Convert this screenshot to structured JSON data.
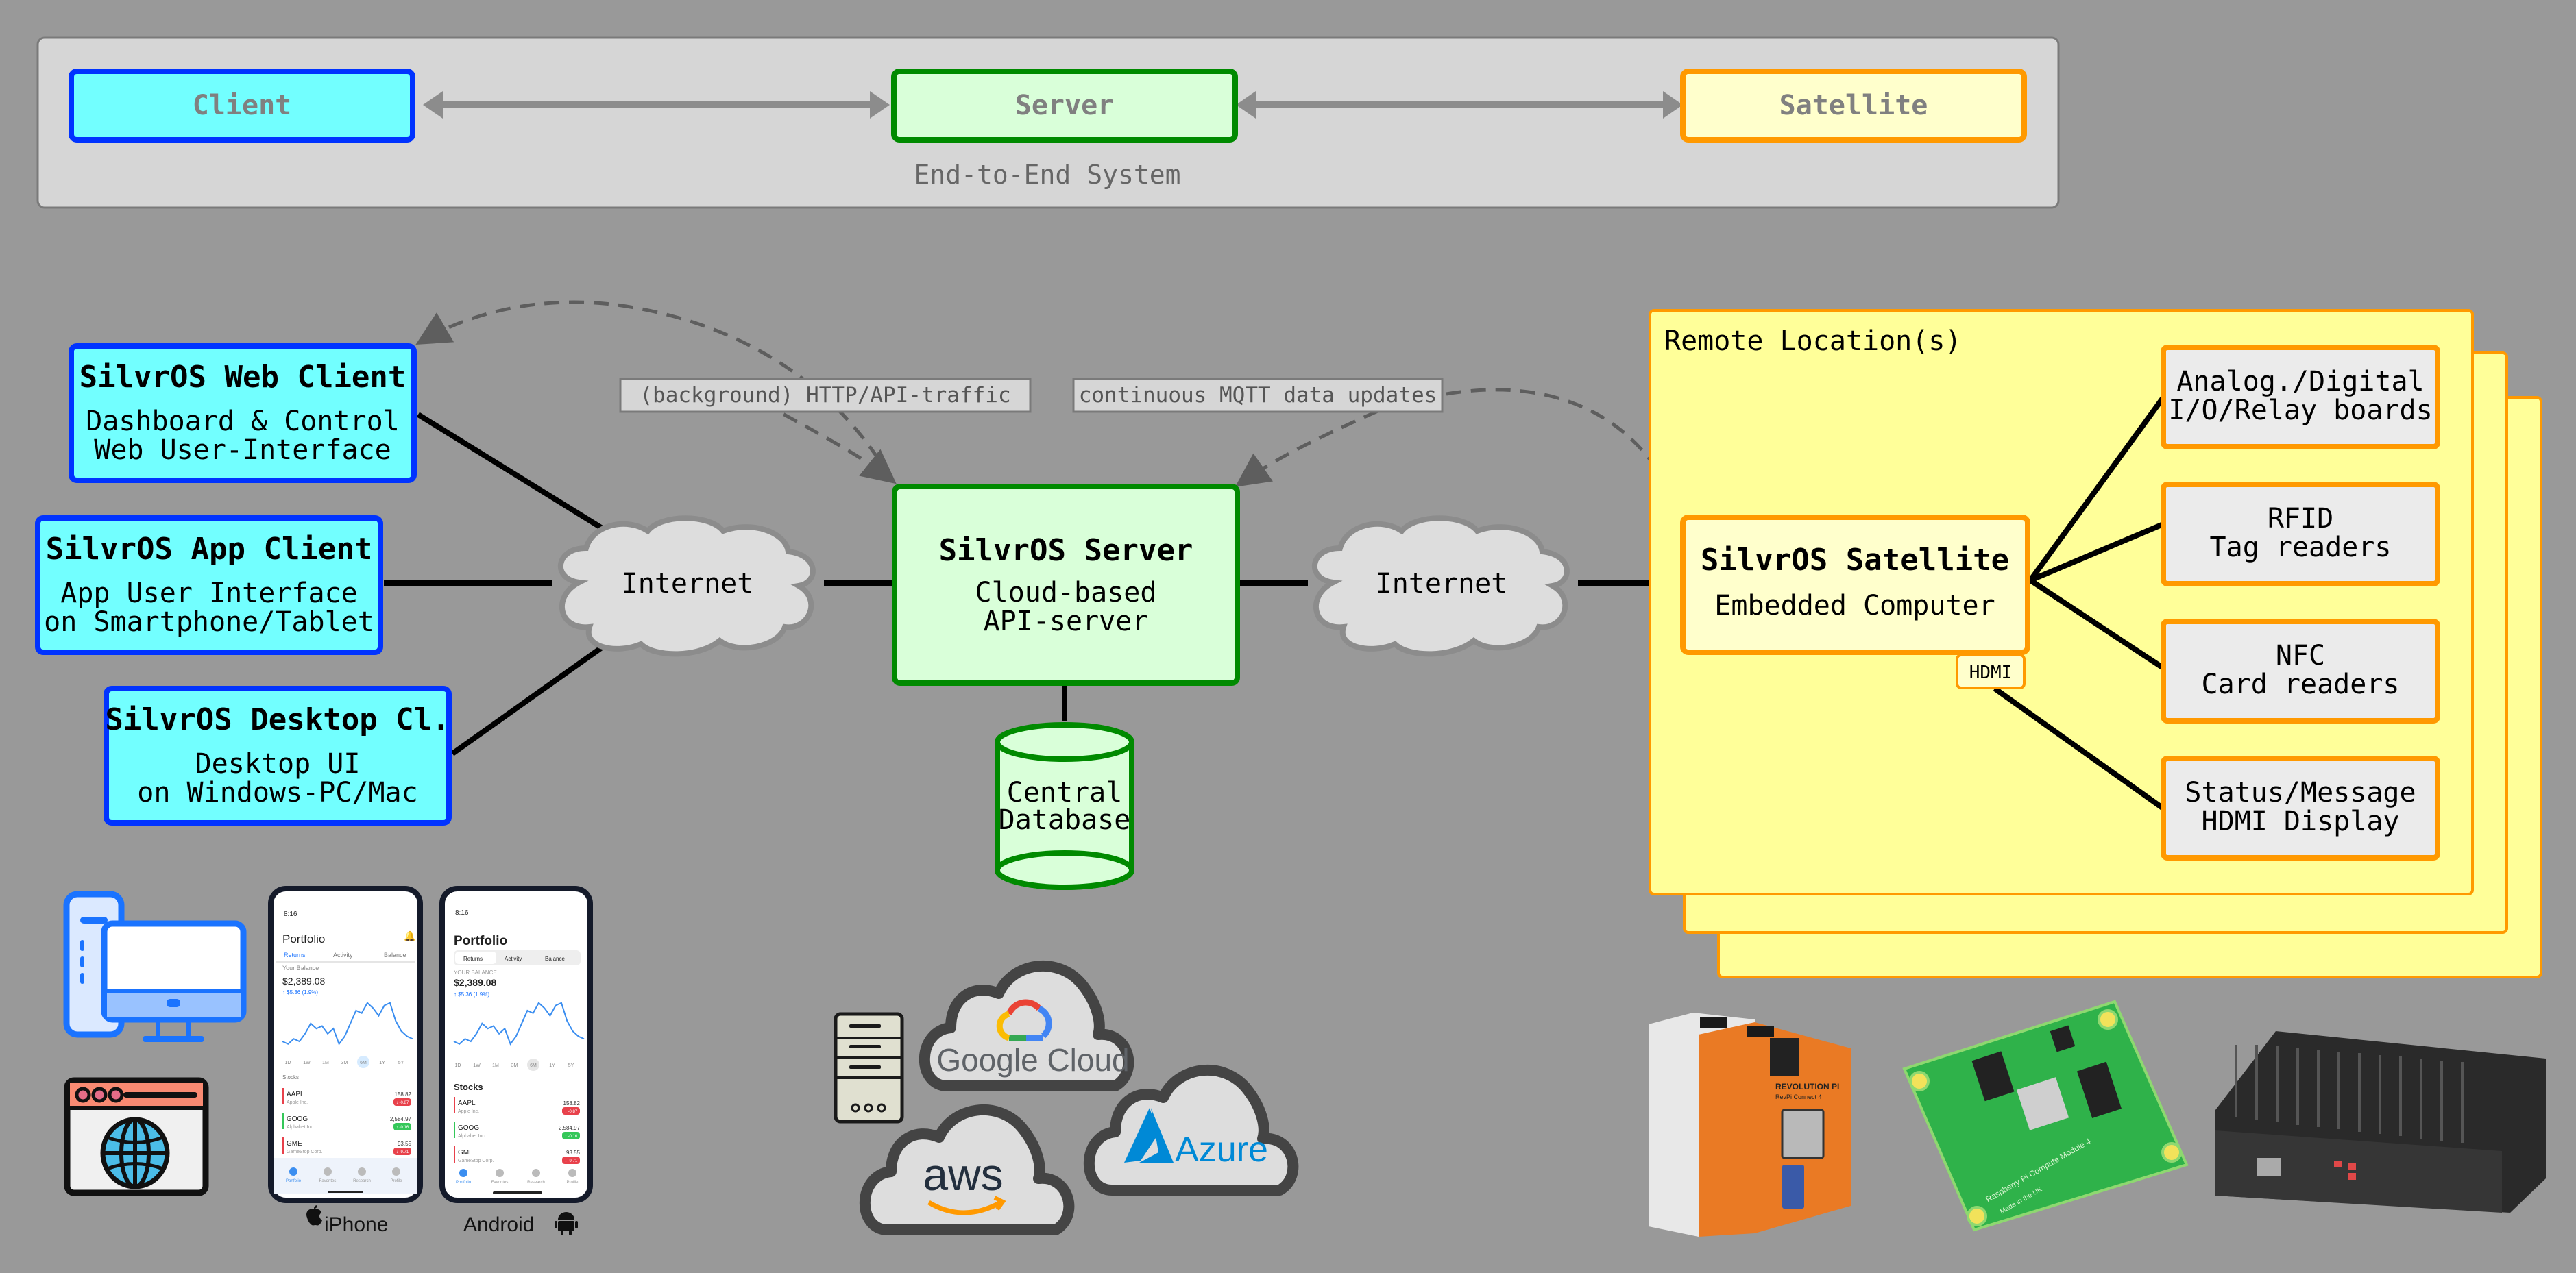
{
  "legend": {
    "client": "Client",
    "server": "Server",
    "satellite": "Satellite",
    "caption": "End-to-End System"
  },
  "clients": [
    {
      "title": "SilvrOS Web Client",
      "line1": "Dashboard & Control",
      "line2": "Web User-Interface"
    },
    {
      "title": "SilvrOS App Client",
      "line1": "App User Interface",
      "line2": "on Smartphone/Tablet"
    },
    {
      "title": "SilvrOS Desktop Cl.",
      "line1": "Desktop UI",
      "line2": "on Windows-PC/Mac"
    }
  ],
  "internet_left": "Internet",
  "internet_right": "Internet",
  "server": {
    "title": "SilvrOS Server",
    "line1": "Cloud-based",
    "line2": "API-server"
  },
  "database": {
    "line1": "Central",
    "line2": "Database"
  },
  "notes": {
    "http": "(background) HTTP/API-traffic",
    "mqtt": "continuous MQTT data updates"
  },
  "remote": {
    "label": "Remote Location(s)",
    "satellite": {
      "title": "SilvrOS Satellite",
      "line1": "Embedded Computer"
    },
    "hdmi_port": "HDMI",
    "peripherals": [
      {
        "line1": "Analog./Digital",
        "line2": "I/O/Relay boards"
      },
      {
        "line1": "RFID",
        "line2": "Tag readers"
      },
      {
        "line1": "NFC",
        "line2": "Card readers"
      },
      {
        "line1": "Status/Message",
        "line2": "HDMI Display"
      }
    ]
  },
  "devices": {
    "iphone_label": "iPhone",
    "android_label": "Android",
    "phone": {
      "time": "8:16",
      "title": "Portfolio",
      "tabs": [
        "Returns",
        "Activity",
        "Balance"
      ],
      "balance_label_ios": "Your Balance",
      "balance_label_android": "YOUR BALANCE",
      "balance": "$2,389.08",
      "change": "↑ $5.36 (1.9%)",
      "ranges": [
        "1D",
        "1W",
        "1M",
        "3M",
        "6M",
        "1Y",
        "5Y"
      ],
      "selected_range": "6M",
      "stocks_label": "Stocks",
      "stocks": [
        {
          "ticker": "AAPL",
          "name": "Apple Inc.",
          "price": "158.82",
          "change": "↓ -0.87",
          "dir": "down"
        },
        {
          "ticker": "GOOG",
          "name": "Alphabet Inc.",
          "price": "2,584.97",
          "change": "↑ -0.16",
          "dir": "up"
        },
        {
          "ticker": "GME",
          "name": "GameStop Corp.",
          "price": "93.55",
          "change": "↓ -9.71",
          "dir": "down"
        }
      ],
      "nav": [
        "Portfolio",
        "Favorites",
        "Research",
        "Profile"
      ]
    }
  },
  "clouds": {
    "google": "Google Cloud",
    "aws": "aws",
    "azure": "Azure"
  },
  "hardware": {
    "revpi_brand": "REVOLUTION PI",
    "revpi_model": "RevPi Connect 4",
    "cm4_text": "Raspberry Pi Compute Module 4",
    "cm4_made": "Made in the UK"
  },
  "colors": {
    "background": "#999999",
    "panel": "#d6d6d6",
    "client_fill": "#72ffff",
    "client_stroke": "#0033ff",
    "server_fill": "#d9ffd9",
    "server_stroke": "#008a00",
    "satellite_fill": "#ffffcc",
    "satellite_stroke": "#ff9900",
    "remote_fill": "#ffff99",
    "peripheral_fill": "#ebebeb",
    "cloud_fill": "#dddddd",
    "arrow_gray": "#8c8c8c",
    "dashed": "#5e5e5e"
  }
}
